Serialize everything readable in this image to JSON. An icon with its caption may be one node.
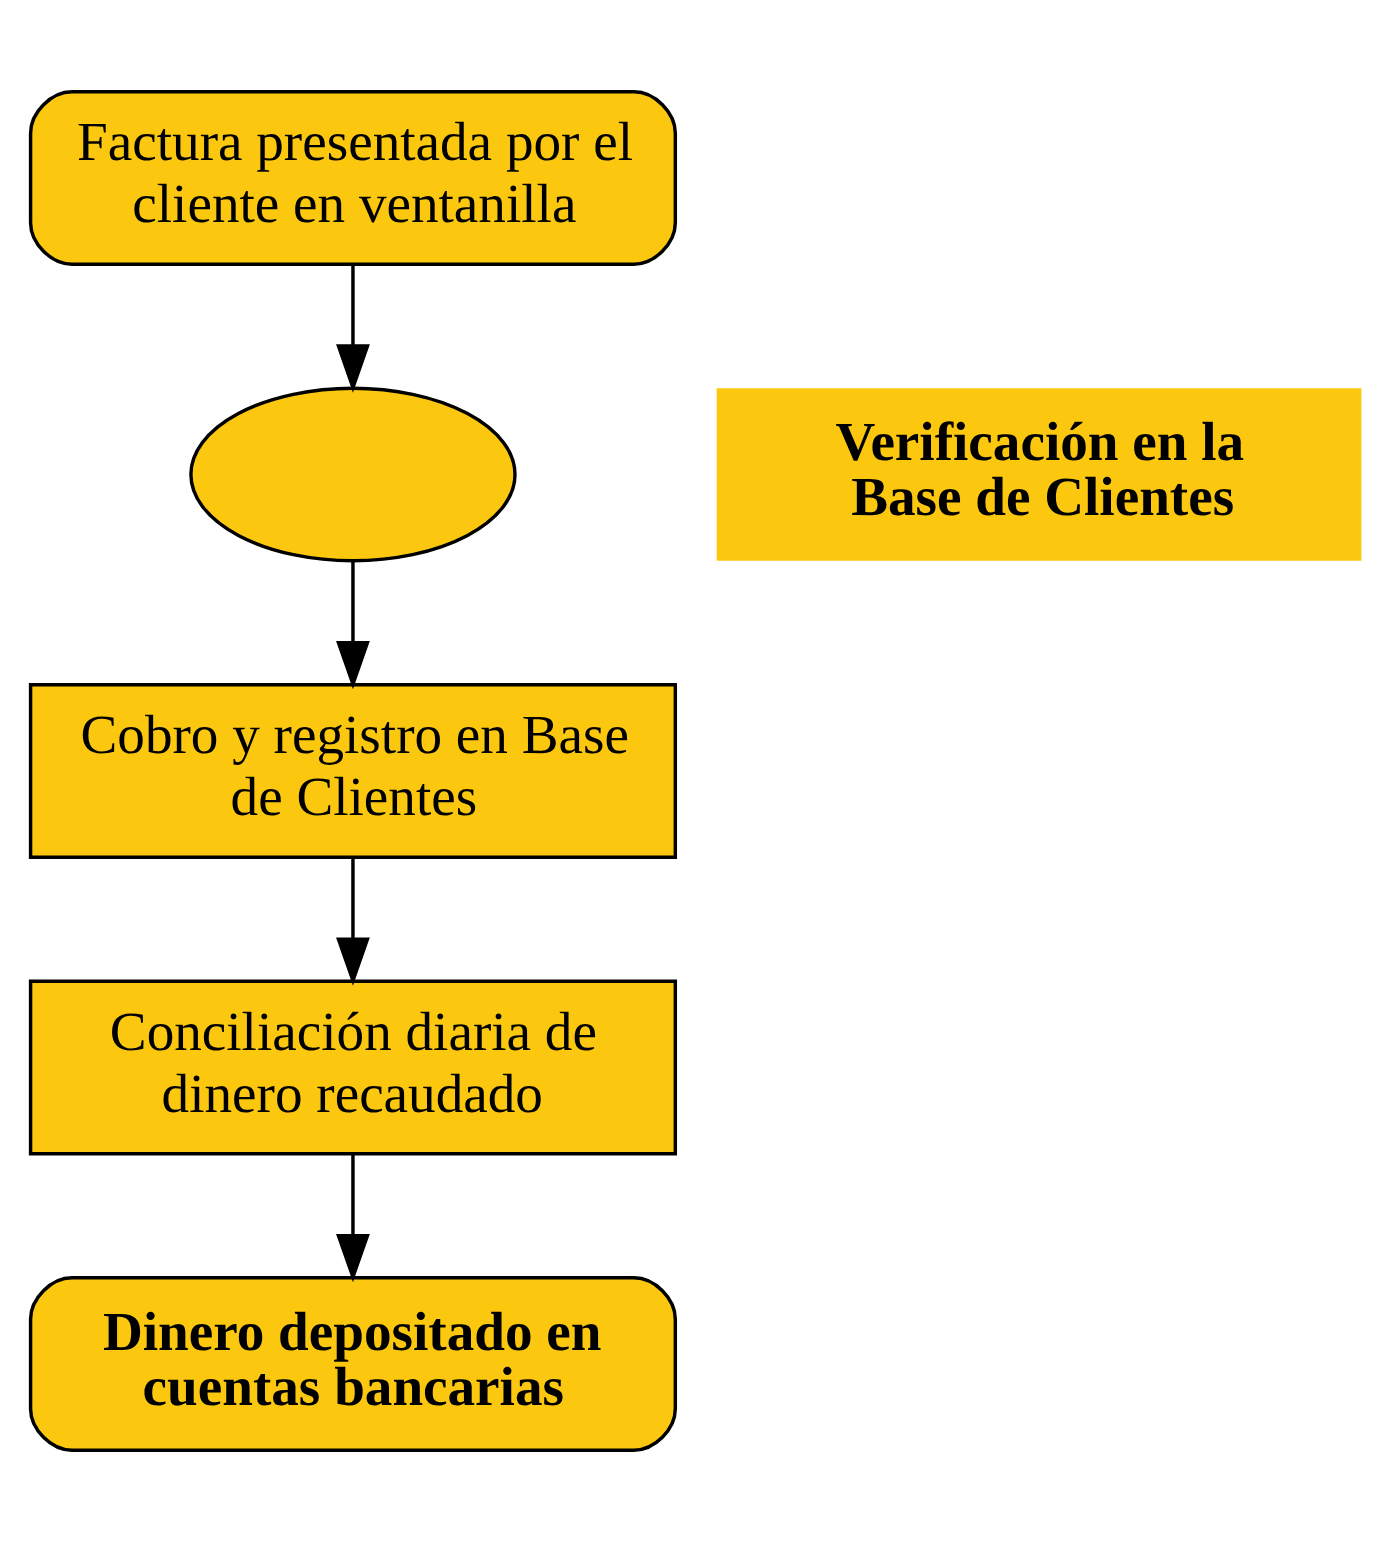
{
  "diagram": {
    "nodes": [
      {
        "text": [
          "Factura presentada por el cliente en ventanilla"
        ]
      },
      {
        "text": [],
        "shape": "ellipse"
      },
      {
        "text": [
          "Cobro y registro en Base de Clientes"
        ]
      },
      {
        "text": [
          "Conciliación diaria de dinero recaudado"
        ]
      },
      {
        "text": [
          "Dinero depositado en cuentas bancarias"
        ]
      },
      {
        "text": [
          "Verificación en la Base de Clientes"
        ]
      }
    ],
    "edges": [
      {
        "from": 0,
        "to": 1,
        "arrow": "to"
      },
      {
        "from": 1,
        "to": 2,
        "arrow": "to"
      },
      {
        "from": 2,
        "to": 3,
        "arrow": "to"
      },
      {
        "from": 3,
        "to": 4,
        "arrow": "to"
      }
    ]
  }
}
